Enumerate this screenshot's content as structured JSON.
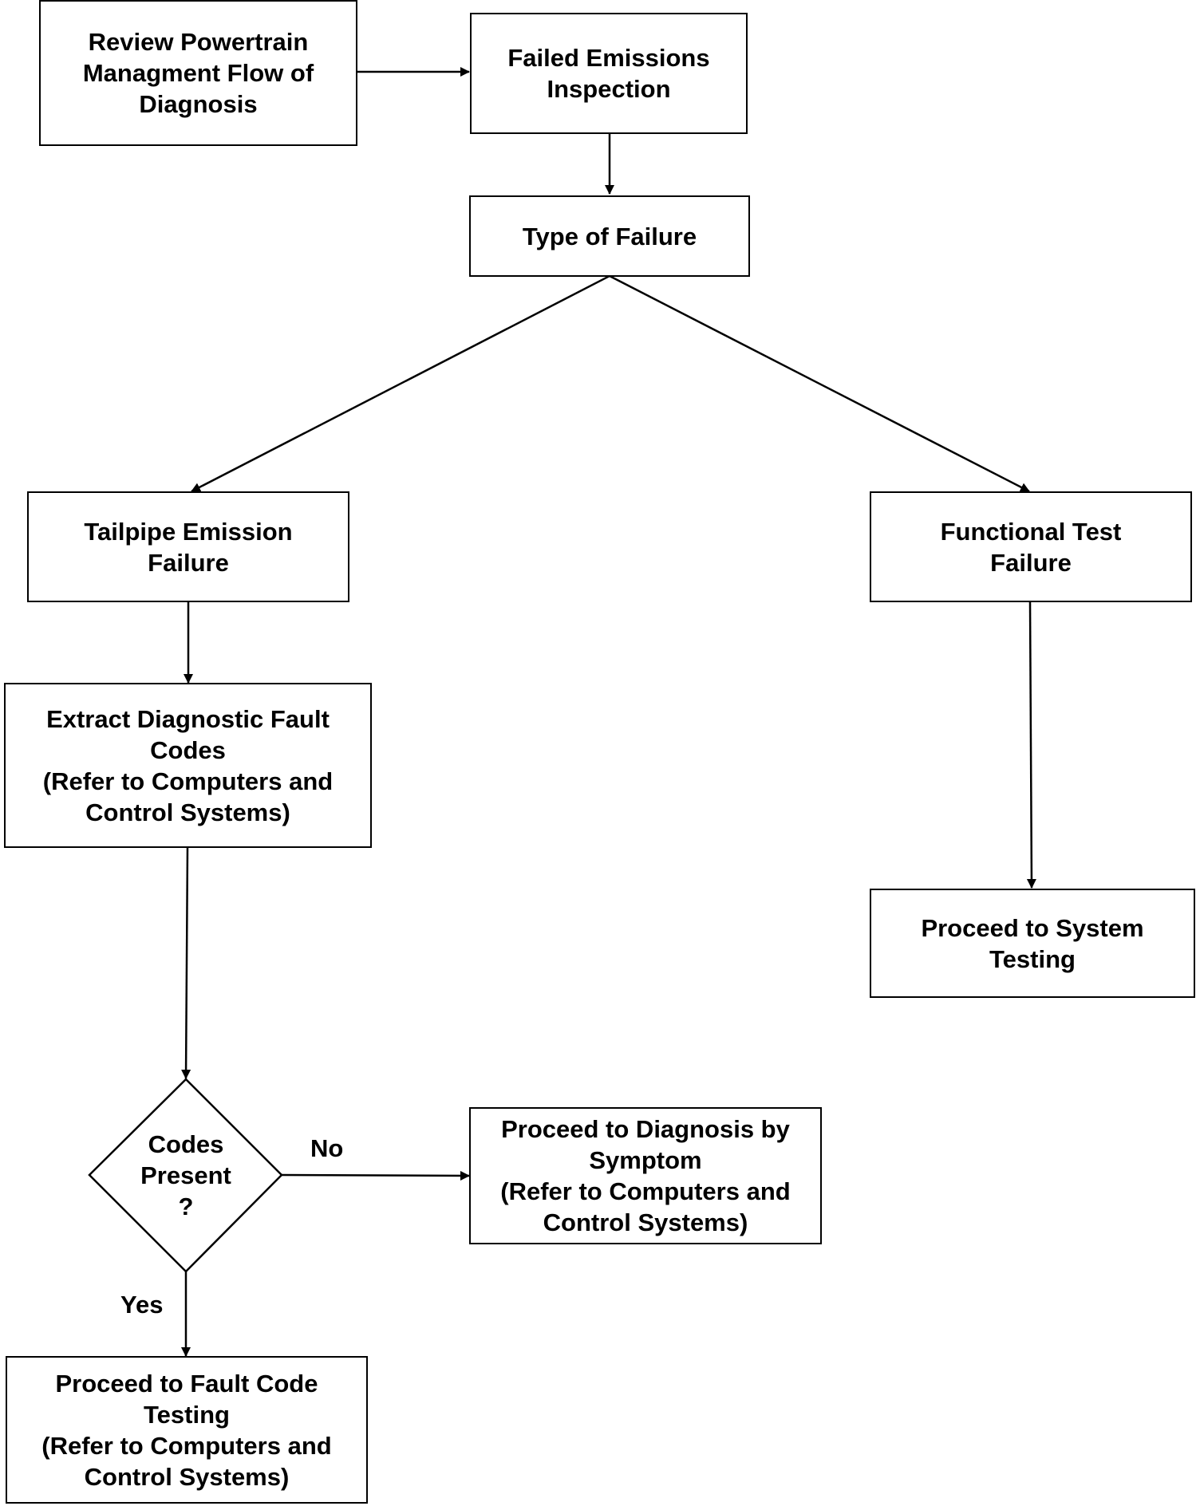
{
  "nodes": {
    "review": {
      "lines": [
        "Review Powertrain",
        "Managment Flow of",
        "Diagnosis"
      ]
    },
    "failed_emissions": {
      "lines": [
        "Failed Emissions",
        "Inspection"
      ]
    },
    "type_of_failure": {
      "lines": [
        "Type of Failure"
      ]
    },
    "tailpipe": {
      "lines": [
        "Tailpipe Emission",
        "Failure"
      ]
    },
    "functional": {
      "lines": [
        "Functional Test",
        "Failure"
      ]
    },
    "extract_codes": {
      "lines": [
        "Extract Diagnostic Fault",
        "Codes",
        "(Refer to Computers and",
        "Control Systems)"
      ]
    },
    "system_testing": {
      "lines": [
        "Proceed to System",
        "Testing"
      ]
    },
    "codes_present": {
      "lines": [
        "Codes",
        "Present",
        "?"
      ]
    },
    "diagnosis_by_symptom": {
      "lines": [
        "Proceed to Diagnosis by",
        "Symptom",
        "(Refer to Computers and",
        "Control Systems)"
      ]
    },
    "fault_code_testing": {
      "lines": [
        "Proceed to Fault Code",
        "Testing",
        "(Refer to Computers and",
        "Control Systems)"
      ]
    }
  },
  "edge_labels": {
    "no": "No",
    "yes": "Yes"
  }
}
